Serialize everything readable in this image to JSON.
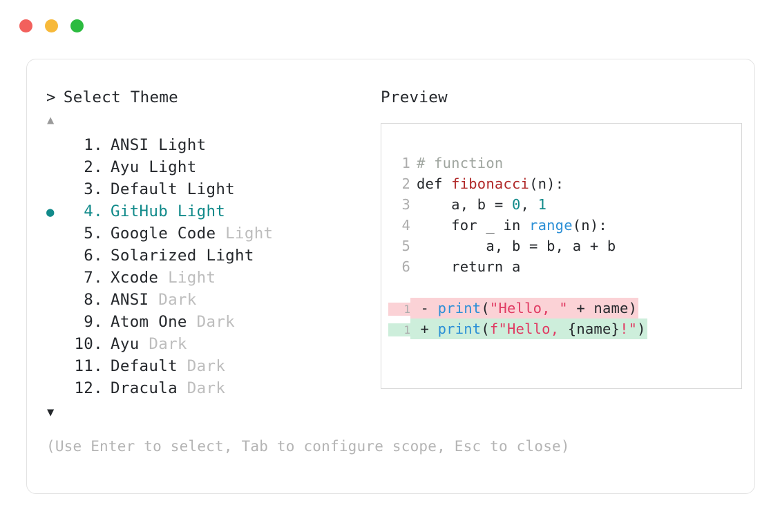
{
  "titlebar": {
    "dots": [
      {
        "name": "close-dot",
        "color": "#f2605c"
      },
      {
        "name": "minimize-dot",
        "color": "#f7b93a"
      },
      {
        "name": "maximize-dot",
        "color": "#2bbb3f"
      }
    ]
  },
  "selector": {
    "caret": ">",
    "prompt": "Select Theme",
    "scroll_up_icon": "▲",
    "scroll_down_icon": "▼",
    "bullet_icon": "●",
    "selected_index": 4,
    "items": [
      {
        "num": " 1.",
        "name": "ANSI",
        "suffix": "Light",
        "suffix_dim": false,
        "selected": false
      },
      {
        "num": " 2.",
        "name": "Ayu",
        "suffix": "Light",
        "suffix_dim": false,
        "selected": false
      },
      {
        "num": " 3.",
        "name": "Default",
        "suffix": "Light",
        "suffix_dim": false,
        "selected": false
      },
      {
        "num": " 4.",
        "name": "GitHub",
        "suffix": "Light",
        "suffix_dim": false,
        "selected": true
      },
      {
        "num": " 5.",
        "name": "Google Code",
        "suffix": "Light",
        "suffix_dim": true,
        "selected": false
      },
      {
        "num": " 6.",
        "name": "Solarized",
        "suffix": "Light",
        "suffix_dim": false,
        "selected": false
      },
      {
        "num": " 7.",
        "name": "Xcode",
        "suffix": "Light",
        "suffix_dim": true,
        "selected": false
      },
      {
        "num": " 8.",
        "name": "ANSI",
        "suffix": "Dark",
        "suffix_dim": true,
        "selected": false
      },
      {
        "num": " 9.",
        "name": "Atom One",
        "suffix": "Dark",
        "suffix_dim": true,
        "selected": false
      },
      {
        "num": "10.",
        "name": "Ayu",
        "suffix": "Dark",
        "suffix_dim": true,
        "selected": false
      },
      {
        "num": "11.",
        "name": "Default",
        "suffix": "Dark",
        "suffix_dim": true,
        "selected": false
      },
      {
        "num": "12.",
        "name": "Dracula",
        "suffix": "Dark",
        "suffix_dim": true,
        "selected": false
      }
    ],
    "hint": "(Use Enter to select, Tab to configure scope, Esc to close)"
  },
  "preview": {
    "label": "Preview",
    "code_lines": [
      {
        "gutter": "1",
        "tokens": [
          {
            "t": "# function",
            "c": "comment"
          }
        ]
      },
      {
        "gutter": "2",
        "tokens": [
          {
            "t": "def ",
            "c": "kw"
          },
          {
            "t": "fibonacci",
            "c": "fn"
          },
          {
            "t": "(n):",
            "c": "plain"
          }
        ]
      },
      {
        "gutter": "3",
        "tokens": [
          {
            "t": "    a, b = ",
            "c": "plain"
          },
          {
            "t": "0",
            "c": "num"
          },
          {
            "t": ", ",
            "c": "plain"
          },
          {
            "t": "1",
            "c": "num"
          }
        ]
      },
      {
        "gutter": "4",
        "tokens": [
          {
            "t": "    for _ in ",
            "c": "plain"
          },
          {
            "t": "range",
            "c": "builtin"
          },
          {
            "t": "(n):",
            "c": "plain"
          }
        ]
      },
      {
        "gutter": "5",
        "tokens": [
          {
            "t": "        a, b = b, a + b",
            "c": "plain"
          }
        ]
      },
      {
        "gutter": "6",
        "tokens": [
          {
            "t": "    return a",
            "c": "plain"
          }
        ]
      }
    ],
    "diff_lines": [
      {
        "gutter": "1",
        "kind": "removed",
        "mark": " - ",
        "tokens": [
          {
            "t": "print",
            "c": "builtin"
          },
          {
            "t": "(",
            "c": "plain"
          },
          {
            "t": "\"Hello, \"",
            "c": "str"
          },
          {
            "t": " + name)",
            "c": "plain"
          }
        ]
      },
      {
        "gutter": "1",
        "kind": "added",
        "mark": " + ",
        "tokens": [
          {
            "t": "print",
            "c": "builtin"
          },
          {
            "t": "(",
            "c": "plain"
          },
          {
            "t": "f\"Hello, ",
            "c": "str"
          },
          {
            "t": "{name}",
            "c": "plain"
          },
          {
            "t": "!\"",
            "c": "str"
          },
          {
            "t": ")",
            "c": "plain"
          }
        ]
      }
    ]
  }
}
